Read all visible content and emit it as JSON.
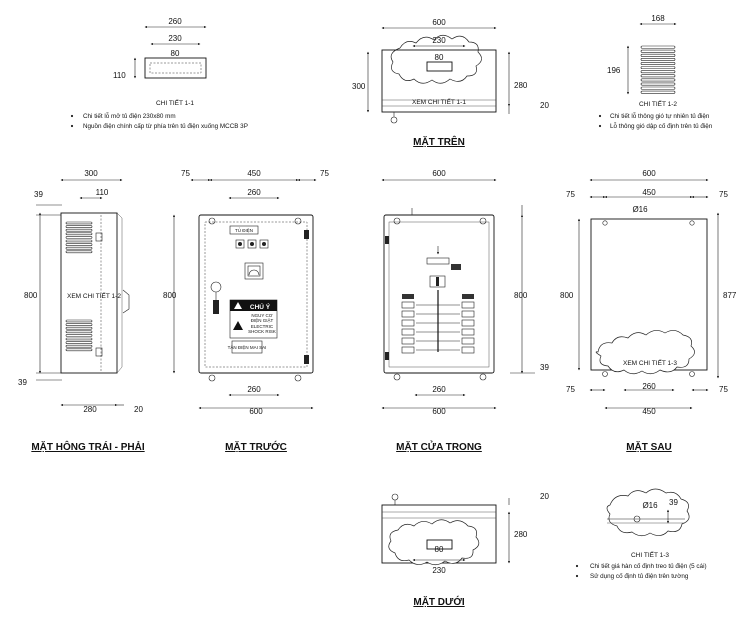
{
  "views": {
    "detail_1_1": {
      "caption": "CHI TIẾT 1-1",
      "dims": {
        "outer_width": "260",
        "inner_width": "230",
        "hole_width": "80",
        "height": "110"
      }
    },
    "detail_1_2": {
      "caption": "CHI TIẾT 1-2",
      "dims": {
        "width": "168",
        "height": "196"
      }
    },
    "detail_1_3": {
      "caption": "CHI TIẾT 1-3",
      "dims": {
        "hole": "Ø16",
        "offset": "39"
      }
    },
    "top": {
      "title": "MẶT TRÊN",
      "callout": "XEM CHI TIẾT 1-1",
      "dims": {
        "width": "600",
        "inner_width": "230",
        "hole_width": "80",
        "left_height": "300",
        "right_height": "280",
        "base": "20"
      }
    },
    "bottom": {
      "title": "MẶT DƯỚI",
      "dims": {
        "base": "20",
        "height": "280",
        "hole_width": "80",
        "inner_width": "230"
      }
    },
    "side": {
      "title": "MẶT HÔNG TRÁI - PHẢI",
      "callout": "XEM CHI TIẾT 1-2",
      "dims": {
        "width": "300",
        "inner_width": "110",
        "height": "800",
        "margin": "39",
        "base_width": "280",
        "base_depth": "20"
      }
    },
    "front": {
      "title": "MẶT TRƯỚC",
      "label_panel": "TỦ ĐIỆN",
      "dims": {
        "margin": "75",
        "span": "450",
        "inner": "260",
        "height": "800",
        "width": "600"
      }
    },
    "inner": {
      "title": "MẶT CỬA TRONG",
      "dims": {
        "width": "600",
        "height": "800",
        "margin": "39",
        "inner": "260"
      }
    },
    "back": {
      "title": "MẶT SAU",
      "callout": "XEM CHI TIẾT 1-3",
      "dims": {
        "width": "600",
        "margin": "75",
        "span": "450",
        "hole": "Ø16",
        "height": "800",
        "total_height": "877",
        "inner": "260"
      }
    }
  },
  "notes": {
    "detail_1_1": [
      "Chi tiết lỗ mở tủ điện 230x80 mm",
      "Nguồn điện chính cấp từ phía trên tủ điện xuống MCCB 3P"
    ],
    "detail_1_2": [
      "Chi tiết lỗ thông gió tự nhiên tủ điện",
      "Lỗ thông gió dập cố định trên tủ điện"
    ],
    "detail_1_3": [
      "Chi tiết giá hàn cố định treo tủ điện (5 cái)",
      "Sử dụng cố định tủ điện trên tường"
    ]
  },
  "warning": {
    "heading": "CHÚ Ý",
    "lines": [
      "NGUY CƠ",
      "ĐIỆN GIẬT",
      "ELECTRIC",
      "SHOCK RISK"
    ],
    "footer": [
      "TÂN ĐIỆN MAI SAI"
    ]
  },
  "colors": {
    "ink": "#111111",
    "paper": "#ffffff"
  }
}
